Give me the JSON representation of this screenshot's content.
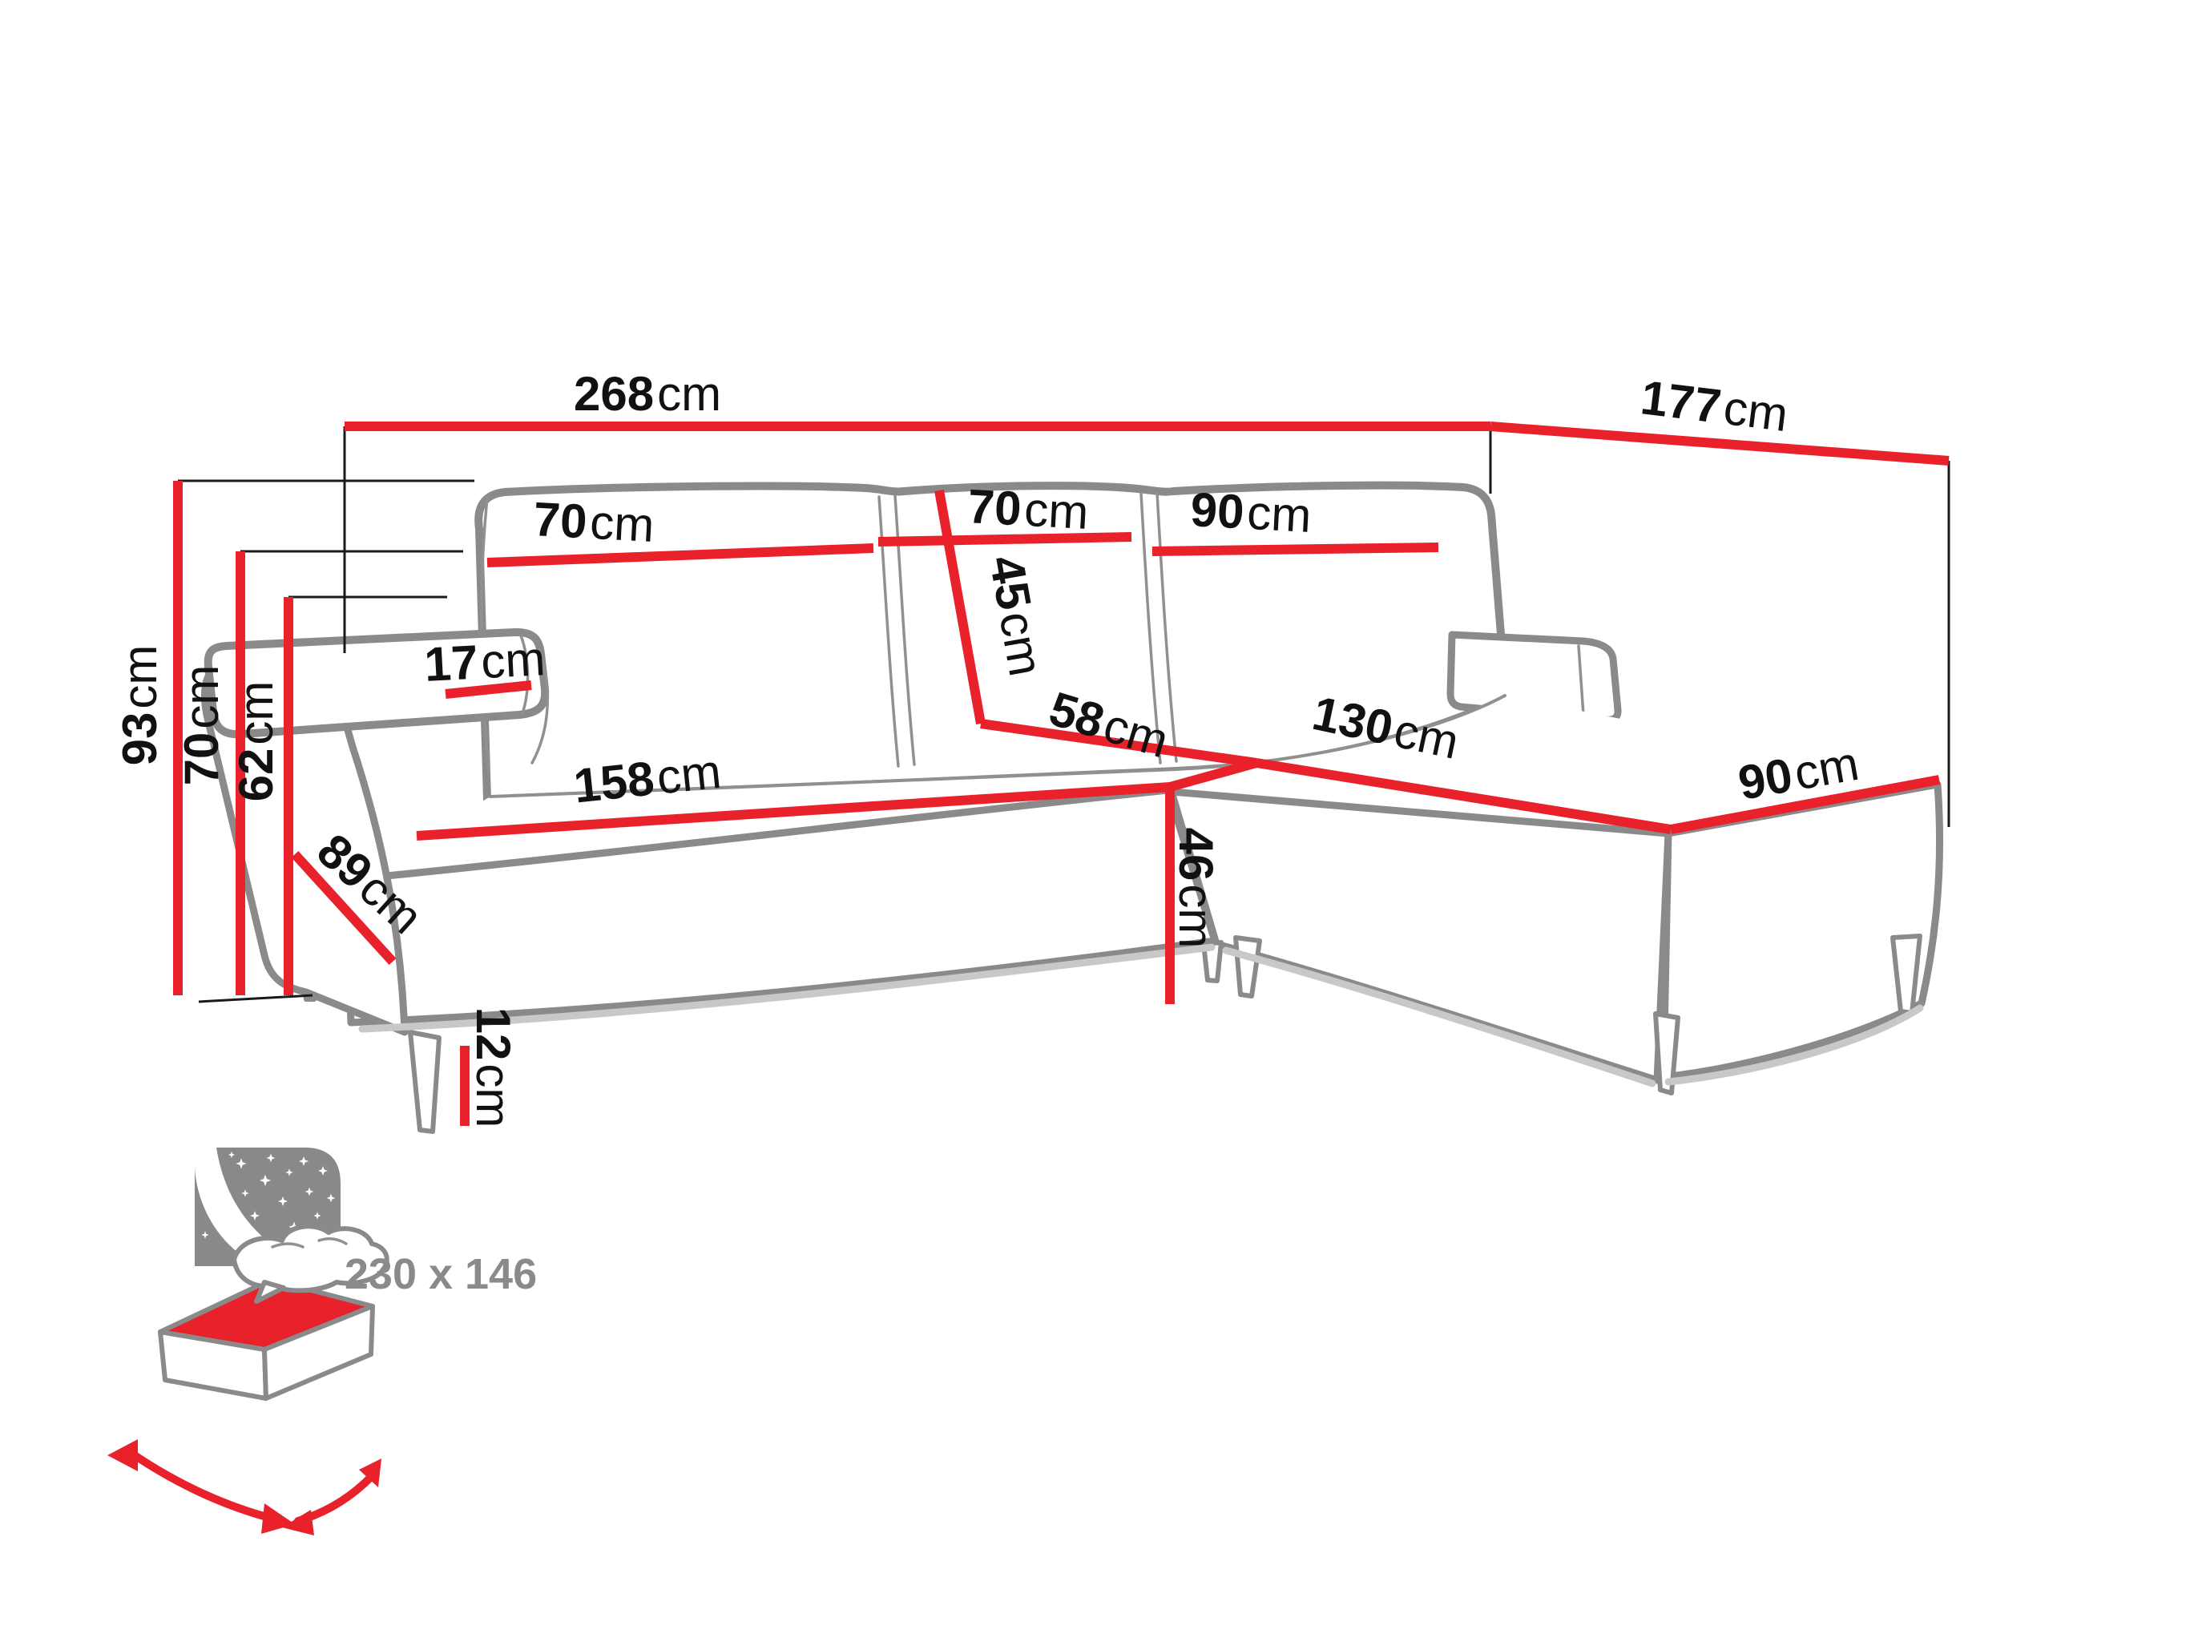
{
  "diagram": {
    "unit": "cm",
    "dimensions": {
      "width_total": {
        "value": "268",
        "unit": "cm"
      },
      "depth_chaise_total": {
        "value": "177",
        "unit": "cm"
      },
      "height_total": {
        "value": "93",
        "unit": "cm"
      },
      "height_armrest": {
        "value": "70",
        "unit": "cm"
      },
      "height_seatback": {
        "value": "62",
        "unit": "cm"
      },
      "cushion_left_width": {
        "value": "70",
        "unit": "cm"
      },
      "cushion_middle_width": {
        "value": "70",
        "unit": "cm"
      },
      "cushion_right_width": {
        "value": "90",
        "unit": "cm"
      },
      "cushion_height": {
        "value": "45",
        "unit": "cm"
      },
      "armrest_width": {
        "value": "17",
        "unit": "cm"
      },
      "seat_depth": {
        "value": "58",
        "unit": "cm"
      },
      "seat_width": {
        "value": "158",
        "unit": "cm"
      },
      "side_depth": {
        "value": "89",
        "unit": "cm"
      },
      "chaise_length": {
        "value": "130",
        "unit": "cm"
      },
      "chaise_width": {
        "value": "90",
        "unit": "cm"
      },
      "seat_height": {
        "value": "46",
        "unit": "cm"
      },
      "leg_height": {
        "value": "12",
        "unit": "cm"
      }
    },
    "sleeping_area": {
      "label": "230 x 146"
    },
    "colors": {
      "dimension_line": "#e8212a",
      "sofa_outline": "#8a8a8a",
      "label_text": "#111111",
      "icon_gray": "#898989"
    }
  }
}
